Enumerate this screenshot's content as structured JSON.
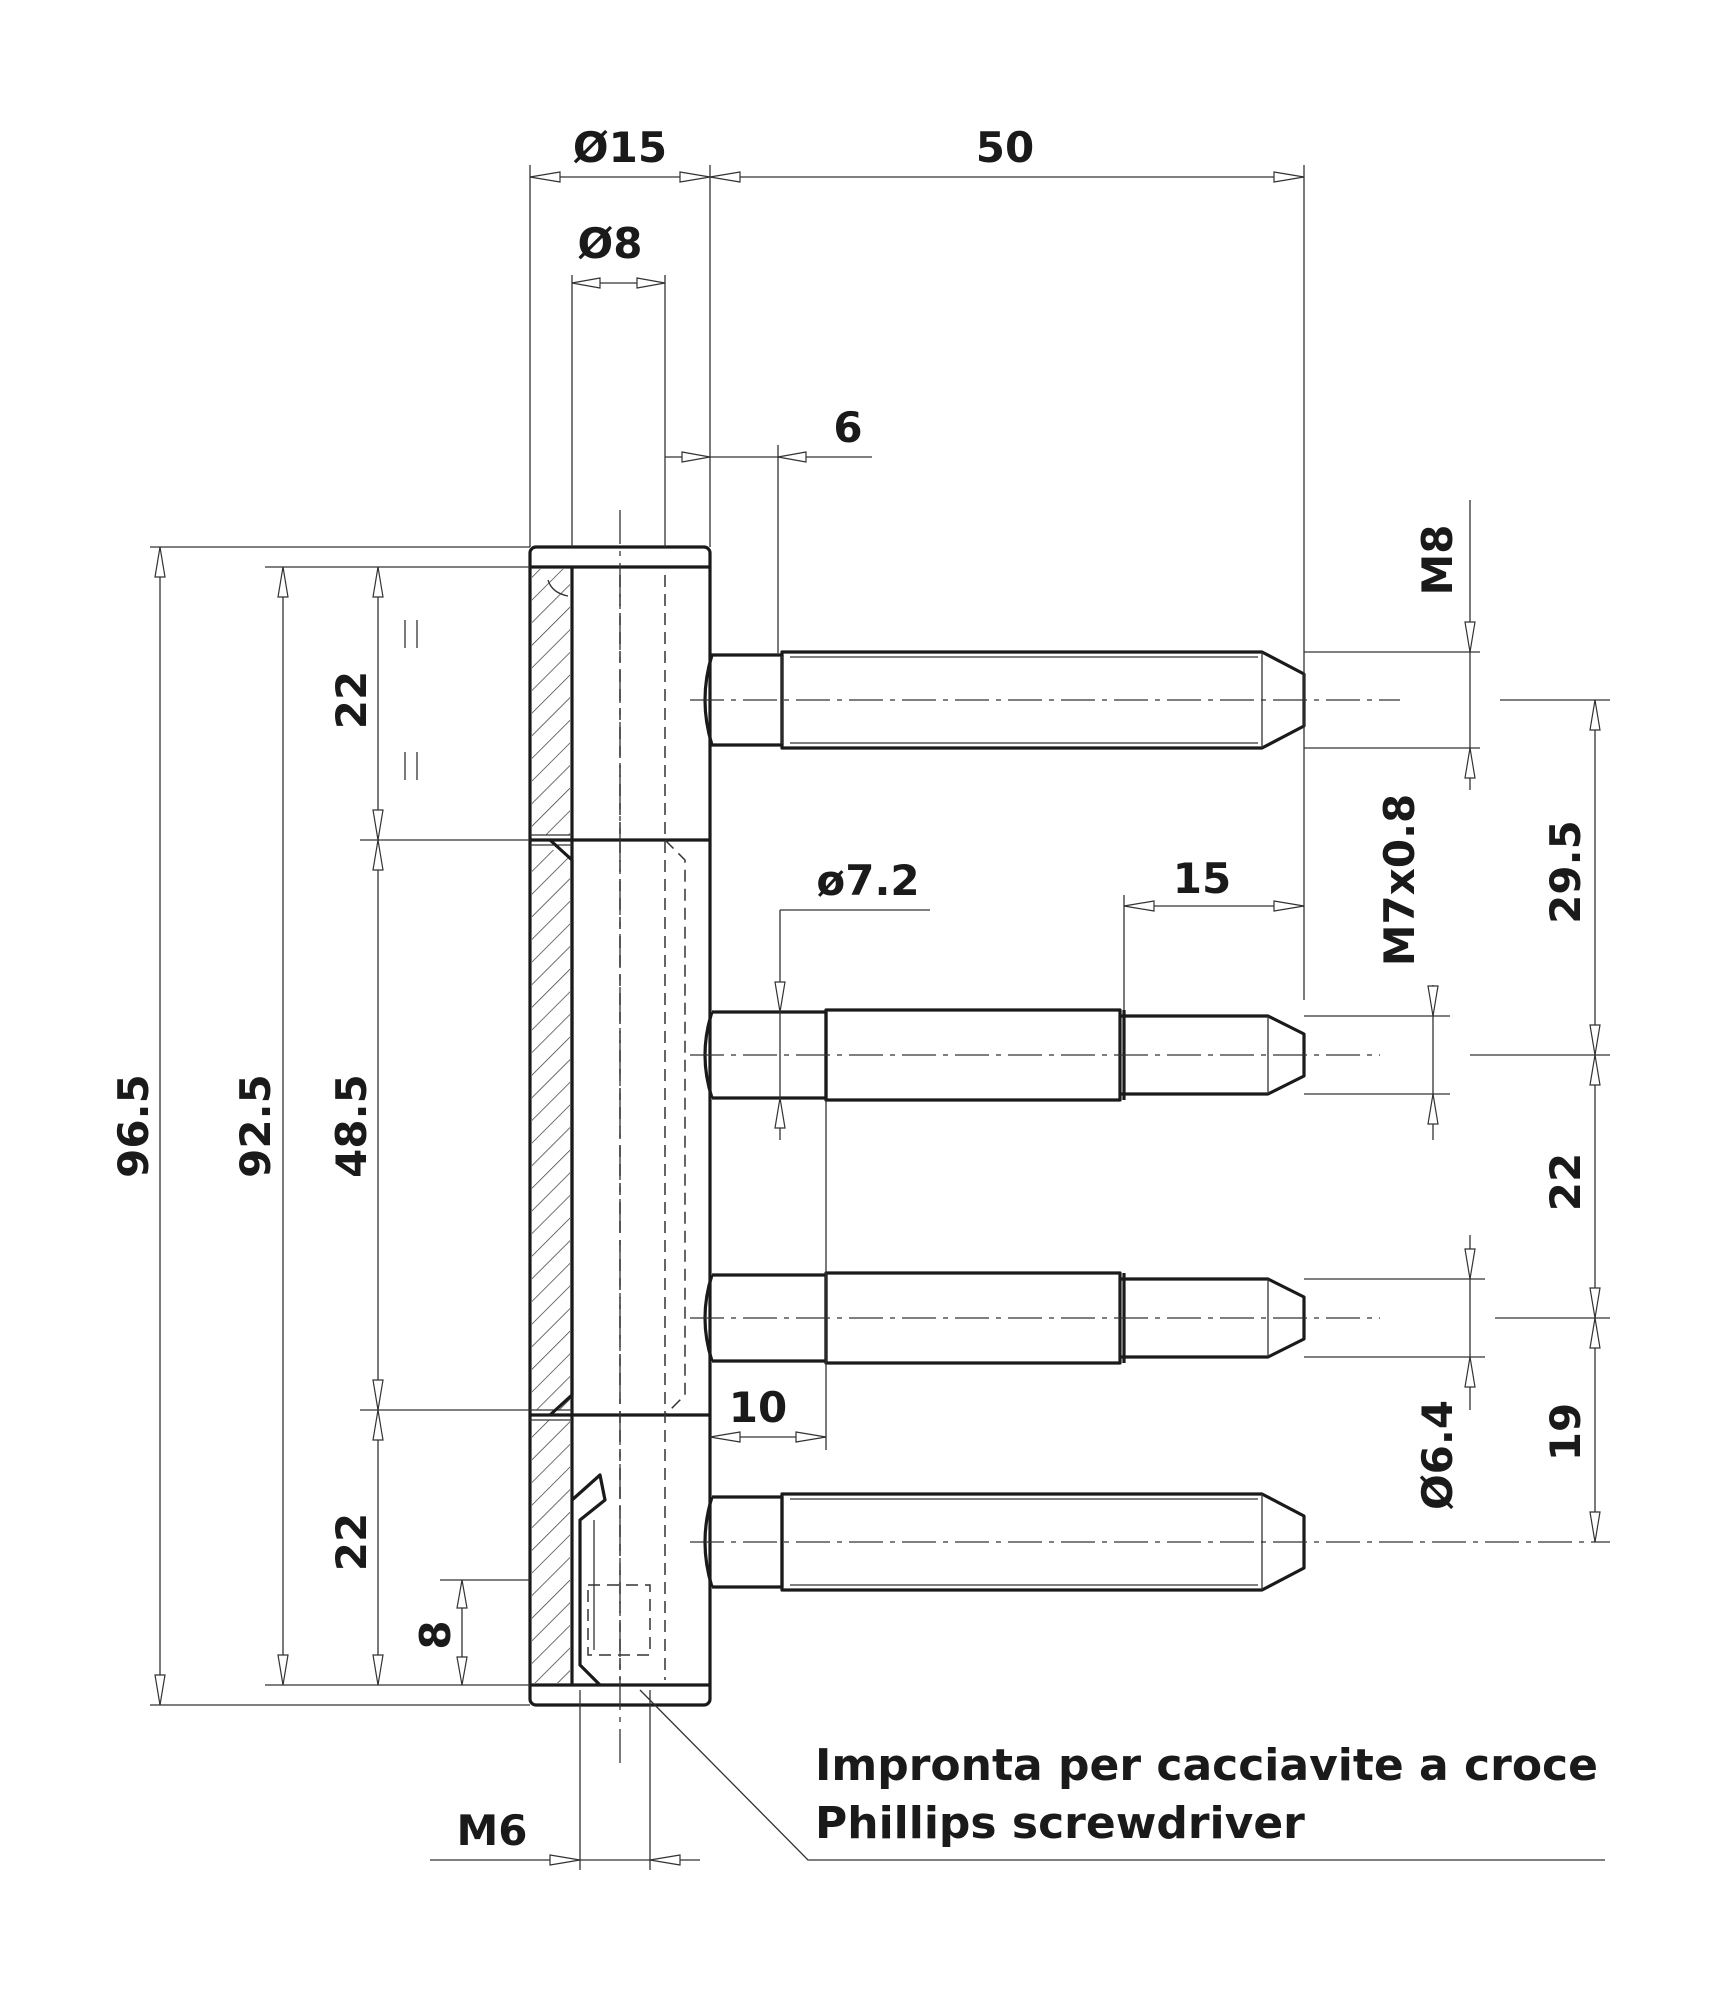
{
  "dimensions": {
    "d15": "Ø15",
    "d8": "Ø8",
    "len50": "50",
    "off6": "6",
    "m8": "M8",
    "d72": "ø7.2",
    "len15": "15",
    "m7": "M7x0.8",
    "s295": "29.5",
    "s22right": "22",
    "d64": "Ø6.4",
    "s19": "19",
    "len10": "10",
    "h965": "96.5",
    "h925": "92.5",
    "h485": "48.5",
    "h22top": "22",
    "h22bot": "22",
    "h8": "8",
    "m6": "M6"
  },
  "note": {
    "line1": "Impronta per cacciavite a croce",
    "line2": "Phillips screwdriver"
  }
}
